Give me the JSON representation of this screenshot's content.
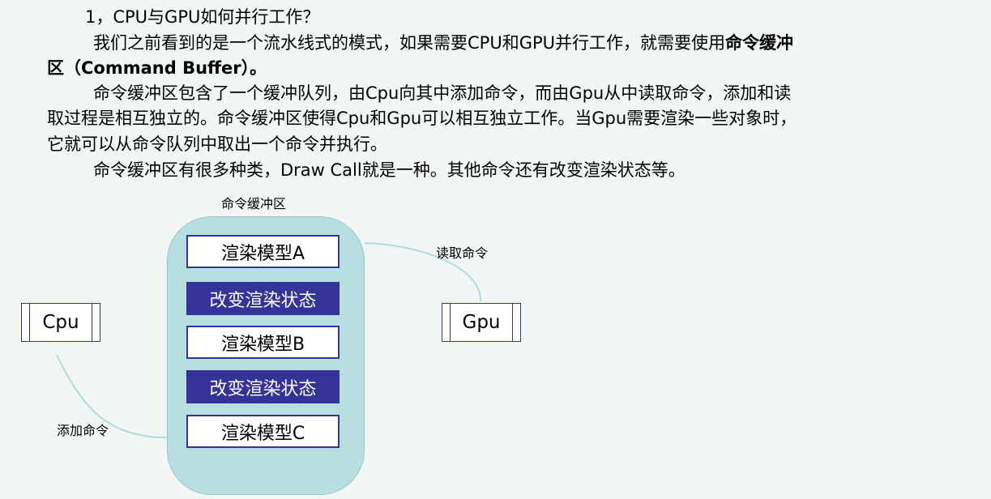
{
  "text": {
    "heading": "1，CPU与GPU如何并行工作？",
    "p1_line1": "我们之前看到的是一个流水线式的模式，如果需要CPU和GPU并行工作，就需要使用",
    "p1_bold1": "命令缓冲",
    "p1_bold2": "区（Command Buffer）。",
    "p2_line1": "命令缓冲区包含了一个缓冲队列，由Cpu向其中添加命令，而由Gpu从中读取命令，添加和读",
    "p2_line2": "取过程是相互独立的。命令缓冲区使得Cpu和Gpu可以相互独立工作。当Gpu需要渲染一些对象时，",
    "p2_line3": "它就可以从命令队列中取出一个命令并执行。",
    "p3_line1": "命令缓冲区有很多种类，Draw Call就是一种。其他命令还有改变渲染状态等。"
  },
  "diagram": {
    "buffer_title": "命令缓冲区",
    "commands": [
      "渲染模型A",
      "改变渲染状态",
      "渲染模型B",
      "改变渲染状态",
      "渲染模型C"
    ],
    "cpu": "Cpu",
    "gpu": "Gpu",
    "add_label": "添加命令",
    "read_label": "读取命令",
    "colors": {
      "buffer": "#b8dfe0",
      "state_cmd": "#333399",
      "connector": "#aedbdc"
    }
  }
}
